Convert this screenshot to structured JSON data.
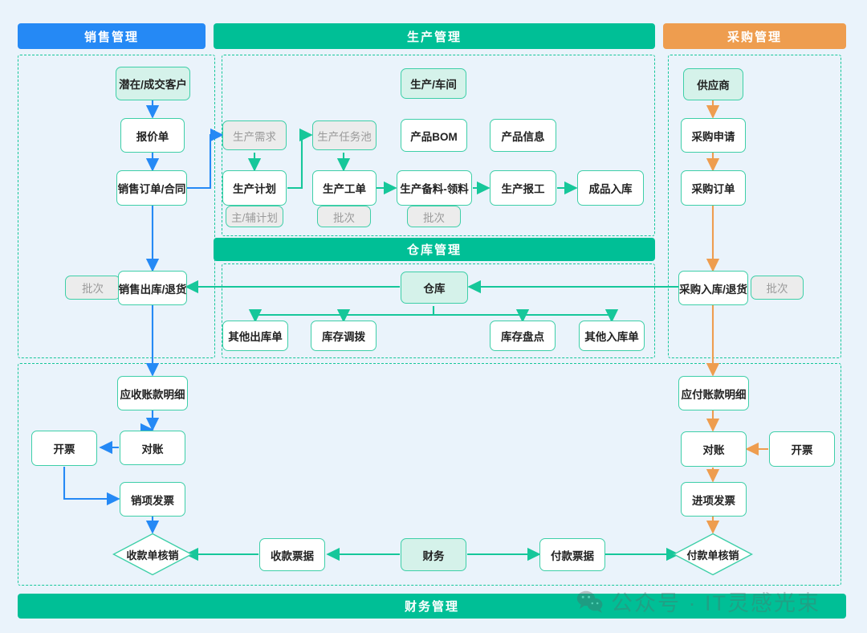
{
  "colors": {
    "blue": "#2589f5",
    "green": "#00bf96",
    "orange": "#ee9d4f",
    "mint_fill": "#d5f2ea",
    "node_border": "#3ecfa8",
    "muted_fill": "#ececec",
    "background": "#eaf3fb",
    "zone_dash": "#16c79a"
  },
  "sections": {
    "sales": {
      "title": "销售管理"
    },
    "production": {
      "title": "生产管理"
    },
    "purchase": {
      "title": "采购管理"
    },
    "warehouse": {
      "title": "仓库管理"
    },
    "finance": {
      "title": "财务管理"
    }
  },
  "nodes": {
    "customer": "潜在/成交客户",
    "quotation": "报价单",
    "sales_order": "销售订单/合同",
    "sales_out": "销售出库/退货",
    "sales_batch": "批次",
    "prod_workshop": "生产/车间",
    "prod_demand": "生产需求",
    "prod_task_pool": "生产任务池",
    "product_bom": "产品BOM",
    "product_info": "产品信息",
    "prod_plan": "生产计划",
    "prod_workorder": "生产工单",
    "prod_prepare": "生产备料-领料",
    "prod_report": "生产报工",
    "finished_in": "成品入库",
    "plan_batch": "主/辅计划",
    "workorder_batch": "批次",
    "prepare_batch": "批次",
    "supplier": "供应商",
    "purchase_request": "采购申请",
    "purchase_order": "采购订单",
    "purchase_in": "采购入库/退货",
    "purchase_batch": "批次",
    "warehouse": "仓库",
    "other_out": "其他出库单",
    "stock_transfer": "库存调拨",
    "stock_count": "库存盘点",
    "other_in": "其他入库单",
    "ar_detail": "应收账款明细",
    "ar_recon": "对账",
    "ar_invoice_make": "开票",
    "output_invoice": "销项发票",
    "receipt_writeoff": "收款单核销",
    "receipt_voucher": "收款票据",
    "finance": "财务",
    "ap_detail": "应付账款明细",
    "ap_recon": "对账",
    "ap_invoice_make": "开票",
    "input_invoice": "进项发票",
    "payment_writeoff": "付款单核销",
    "payment_voucher": "付款票据"
  },
  "watermark": {
    "text": "公众号 · IT灵感光束",
    "icon": "wechat-icon"
  }
}
